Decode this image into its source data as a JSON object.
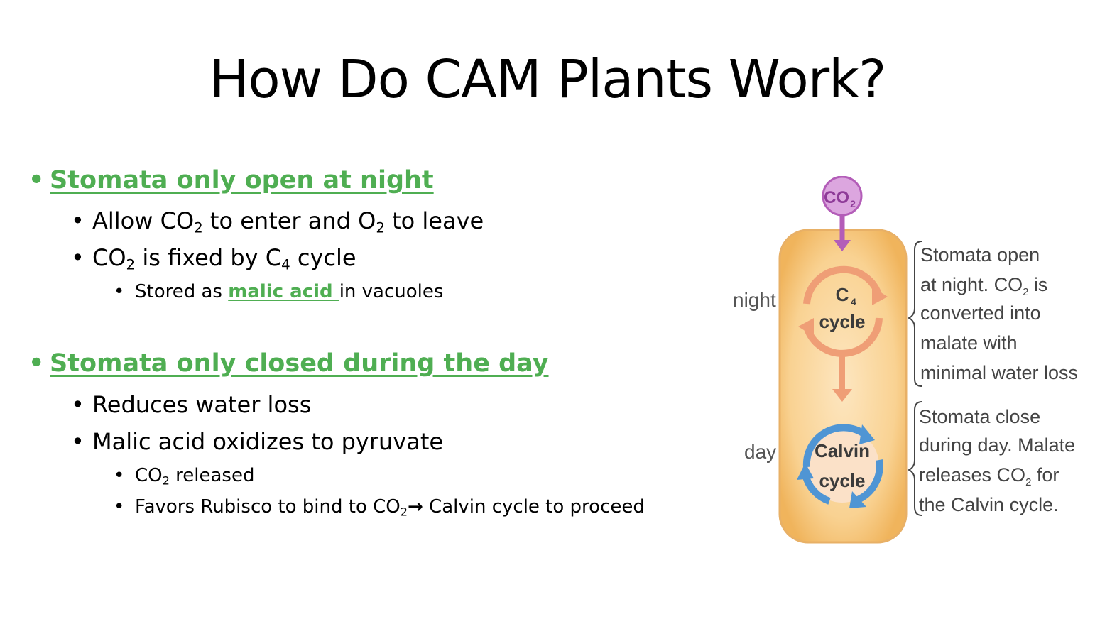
{
  "slide": {
    "title": "How Do CAM Plants Work?",
    "section1": {
      "heading": "Stomata only open at night",
      "bullet1": {
        "a": "Allow CO",
        "sub1": "2",
        "b": " to enter and O",
        "sub2": "2",
        "c": " to leave"
      },
      "bullet2": {
        "a": "CO",
        "sub1": "2",
        "b": " is fixed by C",
        "sub2": "4",
        "c": " cycle"
      },
      "sub_bullet": {
        "a": "Stored as ",
        "link": "malic acid ",
        "b": "in vacuoles"
      }
    },
    "section2": {
      "heading": "Stomata only closed during the day",
      "bullet1": "Reduces water loss",
      "bullet2": "Malic acid oxidizes to pyruvate",
      "sub_bullet1": {
        "a": "CO",
        "sub": "2",
        "b": " released"
      },
      "sub_bullet2": {
        "a": "Favors Rubisco to bind to CO",
        "sub": "2",
        "arrow": "→",
        "b": " Calvin cycle to proceed"
      }
    }
  },
  "diagram": {
    "co2_badge": {
      "a": "CO",
      "sub": "2"
    },
    "label_night": "night",
    "label_day": "day",
    "c4_cycle": {
      "l1": "C",
      "sub": "4",
      "l2": "cycle"
    },
    "calvin_cycle": {
      "l1": "Calvin",
      "l2": "cycle"
    },
    "night_note": {
      "line1": "Stomata open",
      "line2a": "at night. CO",
      "line2sub": "2",
      "line2b": " is",
      "line3": "converted into",
      "line4": "malate with",
      "line5": "minimal water loss."
    },
    "day_note": {
      "line1": "Stomata close",
      "line2": "during day. Malate",
      "line3a": "releases CO",
      "line3sub": "2",
      "line3b": " for",
      "line4": "the Calvin cycle."
    },
    "colors": {
      "cell_fill": "#f7c87c",
      "cell_inner": "#fbe1b7",
      "c4_arrow": "#ef9e76",
      "calvin_arrow": "#4f95d4",
      "co2_badge": "#d9a2dc",
      "co2_text": "#8e3a98"
    }
  }
}
